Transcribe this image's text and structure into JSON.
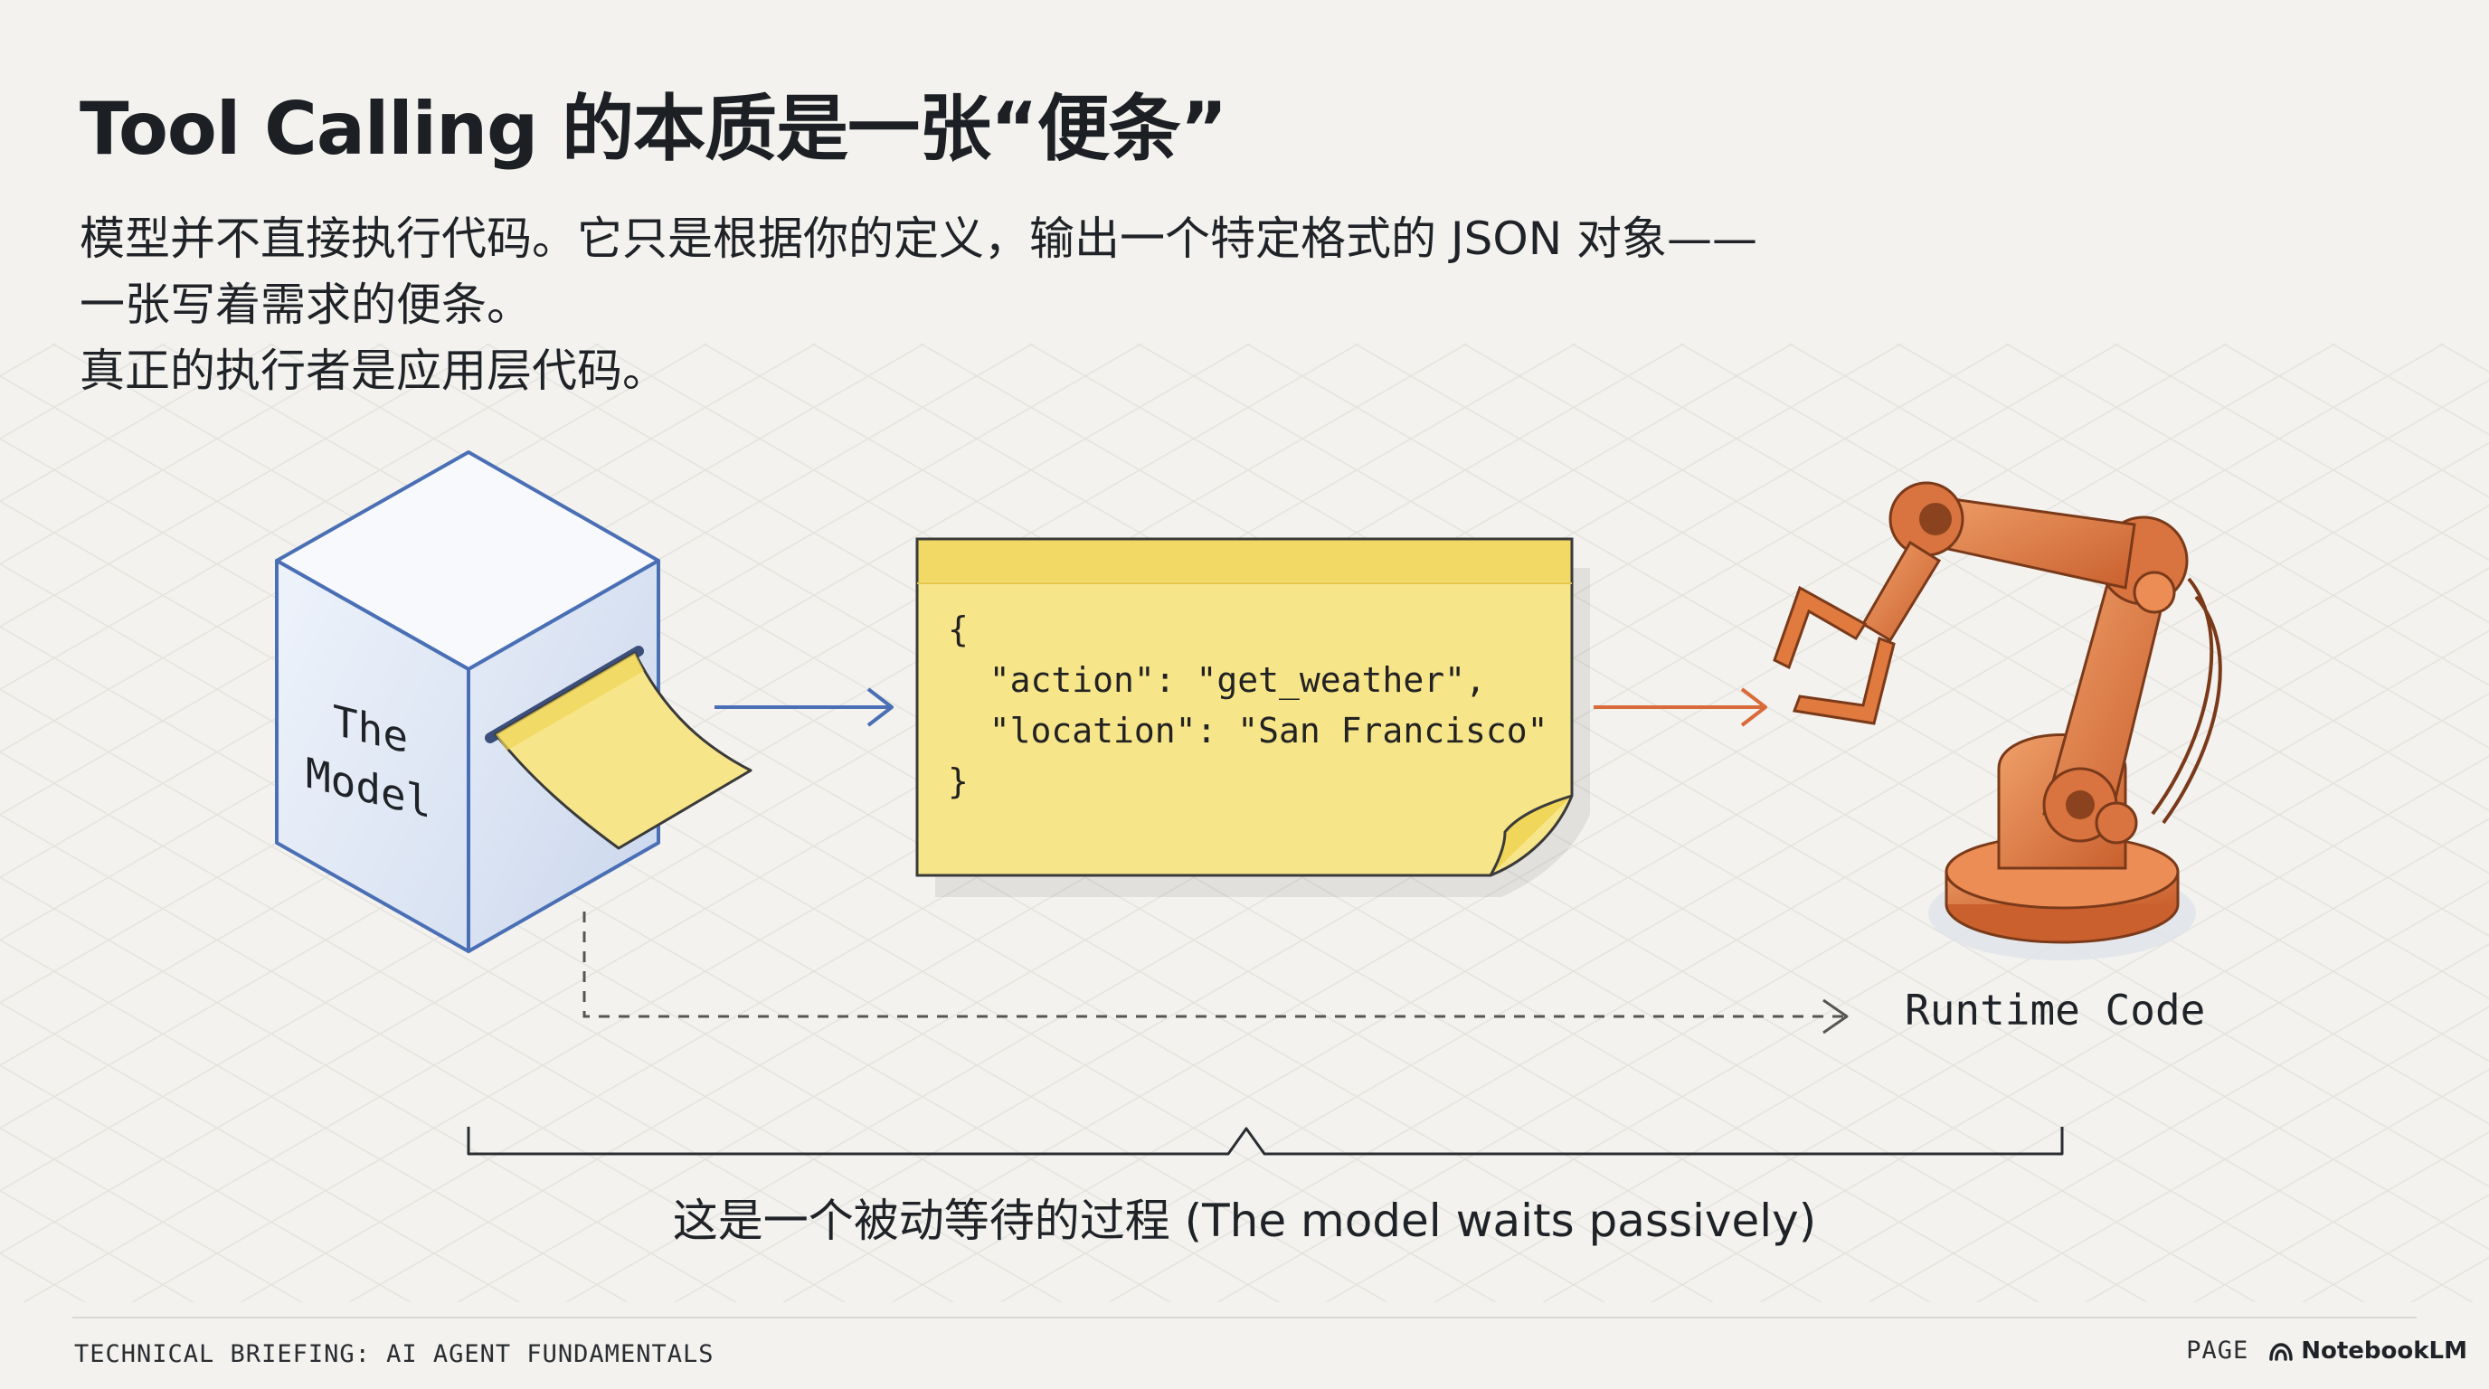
{
  "header": {
    "title": "Tool Calling 的本质是一张“便条”",
    "intro_lines": [
      "模型并不直接执行代码。它只是根据你的定义，输出一个特定格式的 JSON 对象——",
      "一张写着需求的便条。",
      "真正的执行者是应用层代码。"
    ]
  },
  "diagram": {
    "model_label_line1": "The",
    "model_label_line2": "Model",
    "note_code": "{\n  \"action\": \"get_weather\",\n  \"location\": \"San Francisco\"\n}",
    "runtime_label": "Runtime Code",
    "brace_caption": "这是一个被动等待的过程 (The model waits passively)",
    "colors": {
      "cube_stroke": "#4a6fb5",
      "note_fill": "#f7e58a",
      "note_header": "#f2d865",
      "arrow_blue": "#4a6fb5",
      "arrow_orange": "#d96a3a",
      "robot": "#e07a3f"
    }
  },
  "footer": {
    "left": "TECHNICAL BRIEFING: AI AGENT FUNDAMENTALS",
    "page_label": "PAGE",
    "brand": "NotebookLM"
  }
}
